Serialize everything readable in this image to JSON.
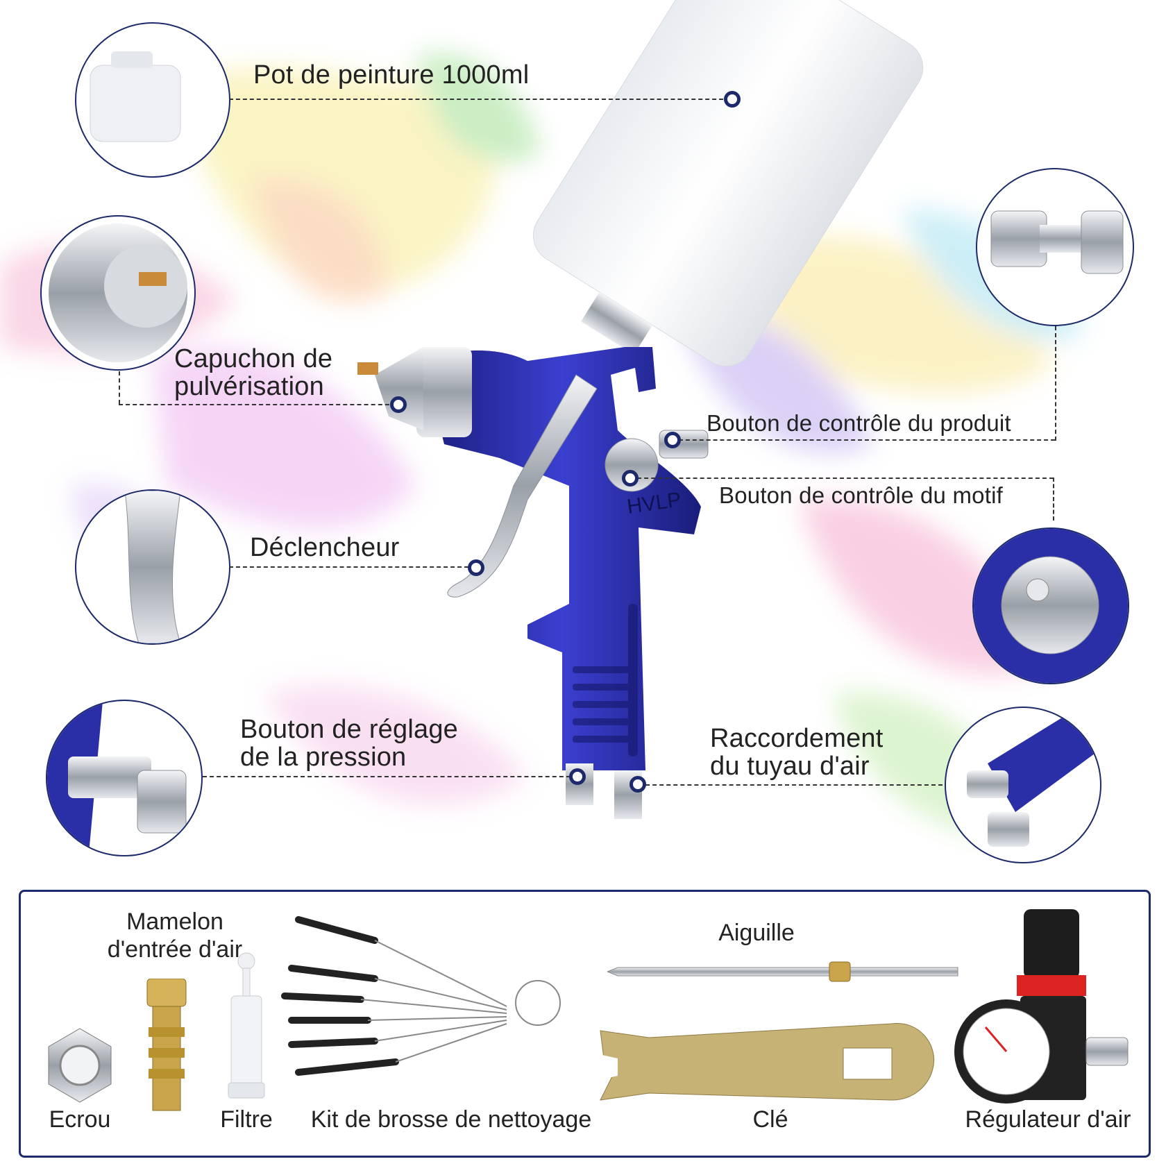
{
  "callouts": {
    "paint_pot": "Pot de peinture 1000ml",
    "spray_cap_line1": "Capuchon de",
    "spray_cap_line2": "pulvérisation",
    "product_knob": "Bouton de contrôle du produit",
    "pattern_knob": "Bouton de contrôle du motif",
    "trigger": "Déclencheur",
    "pressure_knob_line1": "Bouton de réglage",
    "pressure_knob_line2": "de la pression",
    "air_hose_line1": "Raccordement",
    "air_hose_line2": "du tuyau d'air"
  },
  "gun_marking": "HVLP",
  "accessories": {
    "nipple_line1": "Mamelon",
    "nipple_line2": "d'entrée d'air",
    "needle": "Aiguille",
    "nut": "Ecrou",
    "filter": "Filtre",
    "brush_kit": "Kit de brosse de nettoyage",
    "wrench": "Clé",
    "regulator": "Régulateur d'air"
  },
  "colors": {
    "accent_navy": "#1c2a6b",
    "gun_blue": "#2a2fa8",
    "chrome": "#c9ccd3",
    "brass": "#c9a44a"
  }
}
